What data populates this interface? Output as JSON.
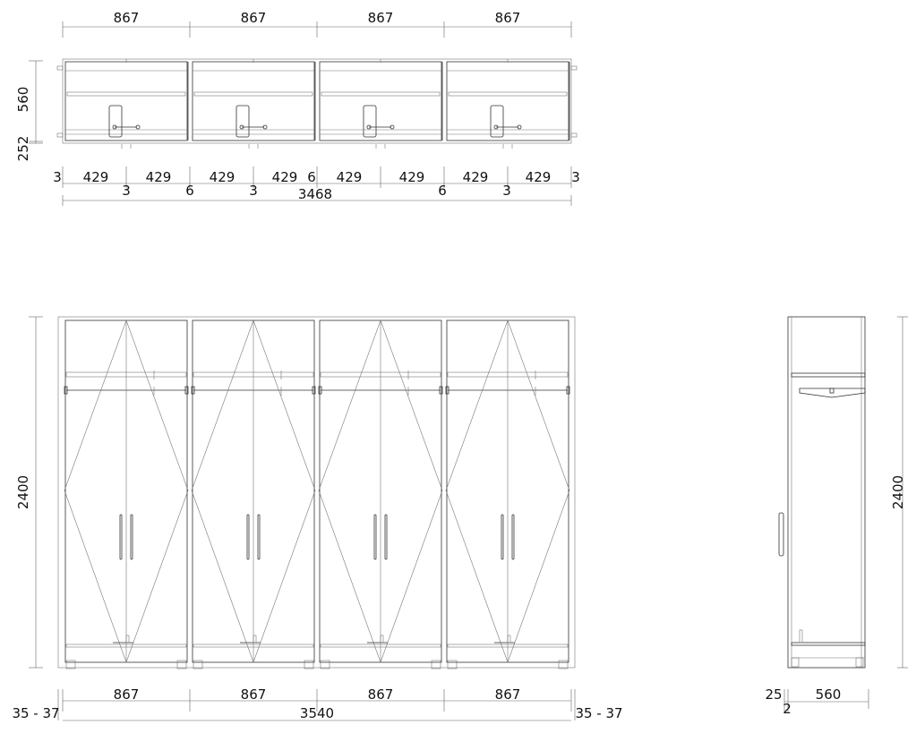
{
  "plan_view": {
    "module_widths": [
      "867",
      "867",
      "867",
      "867"
    ],
    "depth": "560",
    "offset": "252",
    "door_widths_row": [
      "3",
      "429",
      "429",
      "429",
      "429",
      "6",
      "429",
      "429",
      "429",
      "429",
      "3"
    ],
    "gaps_row": [
      "3",
      "6",
      "3",
      "6",
      "3"
    ],
    "total_width": "3468"
  },
  "front_elevation": {
    "height": "2400",
    "module_widths": [
      "867",
      "867",
      "867",
      "867"
    ],
    "total_width": "3540",
    "left_tolerance": "35 - 37",
    "right_tolerance": "35 - 37"
  },
  "side_elevation": {
    "height": "2400",
    "depth": "560",
    "back_gap": "25",
    "gap_small": "2"
  }
}
